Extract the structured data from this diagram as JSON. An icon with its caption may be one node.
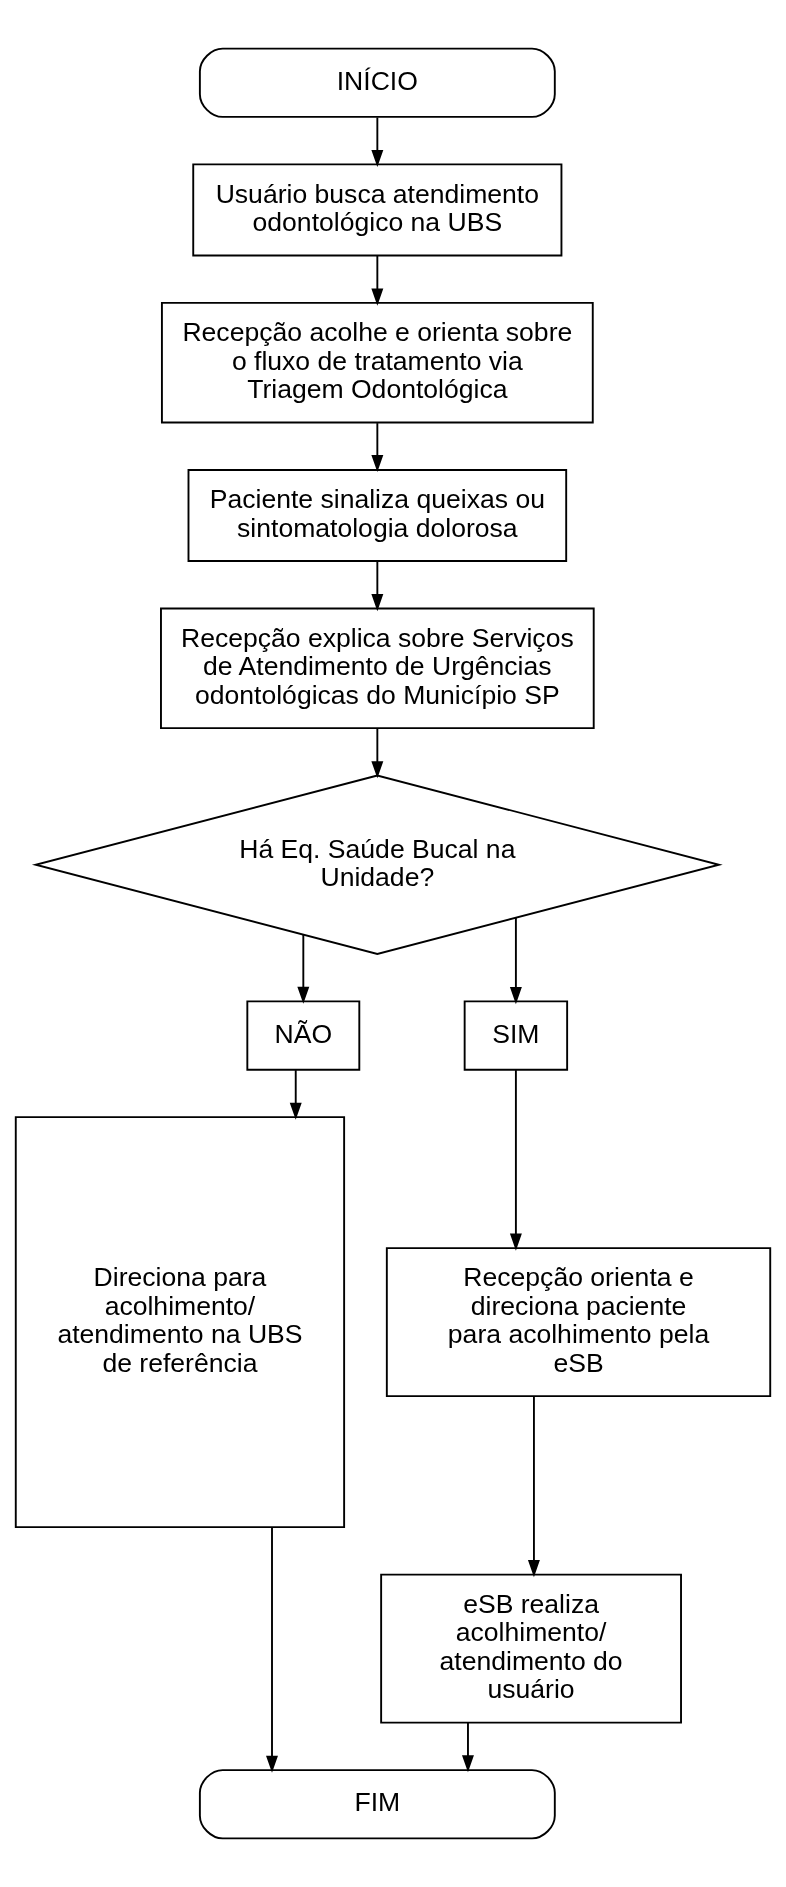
{
  "diagram": {
    "nodes": [
      {
        "text": [
          "INÍCIO"
        ]
      },
      {
        "text": [
          "Usuário busca atendimento odontológico na UBS"
        ]
      },
      {
        "text": [
          "Recepção acolhe e orienta sobre o fluxo de tratamento via Triagem Odontológica"
        ]
      },
      {
        "text": [
          "Paciente sinaliza queixas ou sintomatologia dolorosa"
        ]
      },
      {
        "text": [
          "Recepção explica sobre Serviços de Atendimento de Urgências odontológicas do Município SP"
        ]
      },
      {
        "text": [
          "Há Eq. Saúde Bucal na Unidade?"
        ]
      },
      {
        "text": [
          "NÃO"
        ]
      },
      {
        "text": [
          "SIM"
        ]
      },
      {
        "text": [
          "Direciona para acolhimento/ atendimento na UBS de referência"
        ]
      },
      {
        "text": [
          "Recepção orienta e direciona paciente para acolhimento pela eSB"
        ]
      },
      {
        "text": [
          "eSB realiza acolhimento/ atendimento do usuário"
        ]
      },
      {
        "text": [
          "FIM"
        ]
      }
    ],
    "edges": [
      {
        "from": 0,
        "to": 1,
        "arrow": "to"
      },
      {
        "from": 1,
        "to": 2,
        "arrow": "to"
      },
      {
        "from": 2,
        "to": 3,
        "arrow": "to"
      },
      {
        "from": 3,
        "to": 4,
        "arrow": "to"
      },
      {
        "from": 4,
        "to": 5,
        "arrow": "to"
      },
      {
        "from": 5,
        "to": 6,
        "arrow": "to"
      },
      {
        "from": 5,
        "to": 7,
        "arrow": "to"
      },
      {
        "from": 6,
        "to": 8,
        "arrow": "to"
      },
      {
        "from": 7,
        "to": 9,
        "arrow": "to"
      },
      {
        "from": 9,
        "to": 10,
        "arrow": "to"
      },
      {
        "from": 8,
        "to": 11,
        "arrow": "to"
      },
      {
        "from": 10,
        "to": 11,
        "arrow": "to"
      }
    ]
  }
}
